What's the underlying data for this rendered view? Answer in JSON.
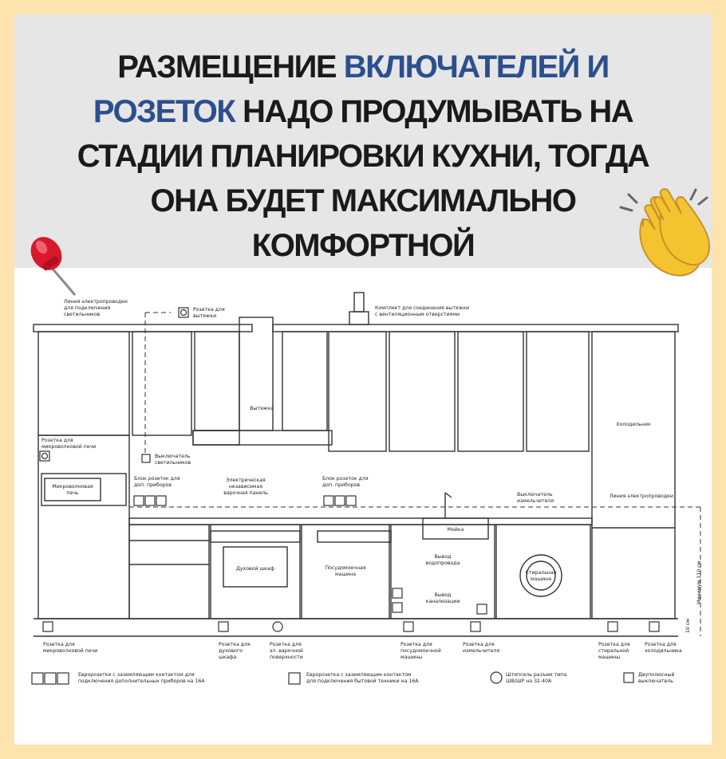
{
  "title": {
    "part1": "РАЗМЕЩЕНИЕ ",
    "highlight1": "ВКЛЮЧАТЕЛЕЙ И",
    "highlight2": "РОЗЕТОК",
    "part2": " НАДО ПРОДУМЫВАТЬ НА",
    "part3": "СТАДИИ ПЛАНИРОВКИ КУХНИ, ТОГДА",
    "part4": "ОНА БУДЕТ МАКСИМАЛЬНО",
    "part5": "КОМФОРТНОЙ"
  },
  "colors": {
    "frame": "#fde3ad",
    "header_bg": "#e6e6e6",
    "highlight": "#2c4f8e",
    "line": "#333333"
  },
  "icons": [
    "pushpin-icon",
    "clapping-hands-icon"
  ],
  "labels": {
    "wiring_lights_1": "Линия электропроводки",
    "wiring_lights_2": "для подключения",
    "wiring_lights_3": "светильников",
    "hood_socket_1": "Розетка для",
    "hood_socket_2": "вытяжки",
    "vent_kit_1": "Комплект для соединения вытяжки",
    "vent_kit_2": "с вентиляционным отверстиями",
    "hood": "Вытяжка",
    "fridge": "Холодильник",
    "micro_socket_1": "Розетка для",
    "micro_socket_2": "микроволновой печи",
    "light_switch_1": "Выключатель",
    "light_switch_2": "светильников",
    "microwave_1": "Микроволновая",
    "microwave_2": "печь",
    "extra_block_1": "Блок розеток для",
    "extra_block_2": "доп. приборов",
    "hob_1": "Электрическая",
    "hob_2": "независимая",
    "hob_3": "варочная панель",
    "extra_block_3": "Блок розеток для",
    "extra_block_4": "доп. приборов",
    "grinder_switch_1": "Выключатель",
    "grinder_switch_2": "измельчителя",
    "wiring_line": "Линия электропроводки",
    "sink": "Мойка",
    "oven": "Духовой шкаф",
    "dishwasher_1": "Посудомоечная",
    "dishwasher_2": "машина",
    "water_1": "Вывод",
    "water_2": "водопровода",
    "sewer_1": "Вывод",
    "sewer_2": "канализации",
    "washer_1": "Стиральная",
    "washer_2": "машина",
    "min_height": "Минимум 110 см",
    "height_10": "10 см",
    "bottom_micro_1": "Розетка для",
    "bottom_micro_2": "микроволновой печи",
    "bottom_oven_1": "Розетка для",
    "bottom_oven_2": "духового",
    "bottom_oven_3": "шкафа",
    "bottom_hob_1": "Розетка для",
    "bottom_hob_2": "эл. варочной",
    "bottom_hob_3": "поверхности",
    "bottom_dw_1": "Розетка для",
    "bottom_dw_2": "посудомоечной",
    "bottom_dw_3": "машины",
    "bottom_grinder_1": "Розетка для",
    "bottom_grinder_2": "измельчителя",
    "bottom_wm_1": "Розетка для",
    "bottom_wm_2": "стиральной",
    "bottom_wm_3": "машины",
    "bottom_fridge_1": "Розетка для",
    "bottom_fridge_2": "холодильника"
  },
  "legend": {
    "euro_block_1": "Евророзетки с заземляющим контактом для",
    "euro_block_2": "подключения дополнительных приборов на 16А",
    "euro_single_1": "Евророзетка с заземляющим контактом",
    "euro_single_2": "для подключения бытовой техники на 16А",
    "plug_1": "Штепсель разъем типа",
    "plug_2": "ШВ/ШР на 32-40А",
    "switch_1": "Двуполюсный",
    "switch_2": "выключатель"
  }
}
